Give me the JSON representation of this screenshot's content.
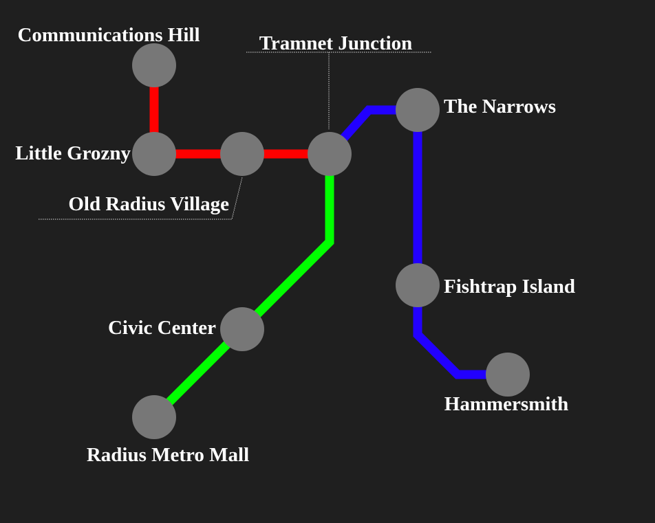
{
  "map": {
    "background": "#1f1f1f",
    "station_color": "#777777",
    "lines": {
      "red": {
        "color": "#ff0000"
      },
      "green": {
        "color": "#00ff00"
      },
      "blue": {
        "color": "#2200ff"
      }
    },
    "stations": {
      "communications_hill": "Communications Hill",
      "little_grozny": "Little Grozny",
      "old_radius_village": "Old Radius Village",
      "tramnet_junction": "Tramnet Junction",
      "the_narrows": "The Narrows",
      "fishtrap_island": "Fishtrap Island",
      "hammersmith": "Hammersmith",
      "civic_center": "Civic Center",
      "radius_metro_mall": "Radius Metro Mall"
    }
  }
}
